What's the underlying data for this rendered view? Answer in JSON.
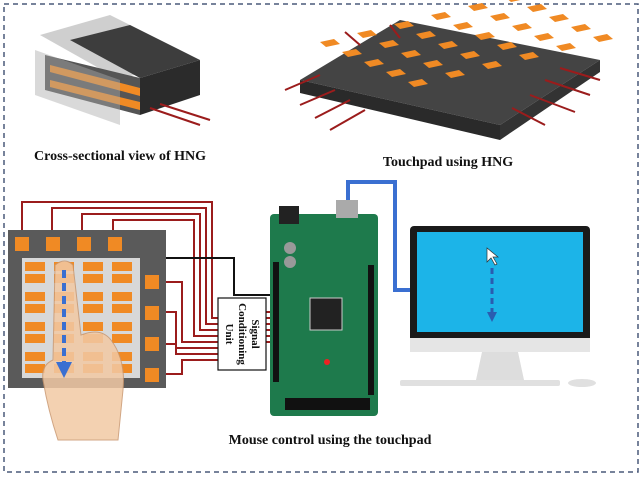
{
  "captions": {
    "cross_section": "Cross-sectional view of HNG",
    "touchpad": "Touchpad using HNG",
    "mouse_control": "Mouse control using the touchpad"
  },
  "signal_unit": {
    "line1": "Signal",
    "line2": "Conditioning",
    "line3": "Unit"
  },
  "colors": {
    "pad": "#f08a24",
    "wire": "#9b1c1c",
    "board": "#1e7a4c",
    "screen": "#1cb4e8",
    "usb_cable": "#3a6fd1",
    "border": "#4a5a7a"
  }
}
